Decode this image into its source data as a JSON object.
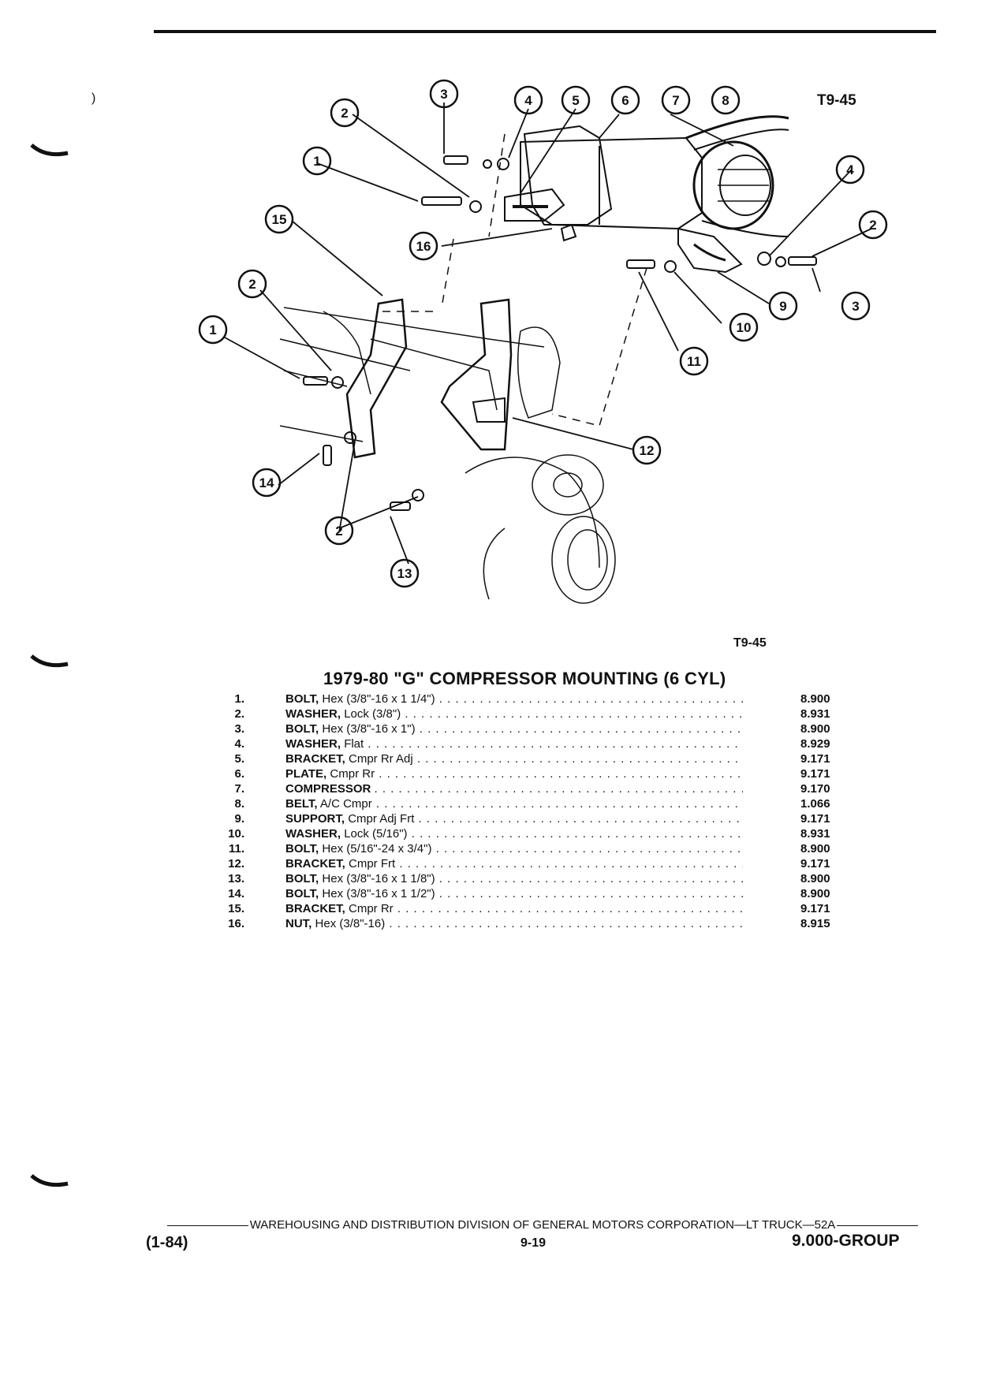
{
  "figure_code": "T9-45",
  "section_title": "1979-80 \"G\" COMPRESSOR MOUNTING (6 CYL)",
  "diagram_callouts": [
    "1",
    "2",
    "3",
    "4",
    "5",
    "6",
    "7",
    "8",
    "9",
    "10",
    "11",
    "12",
    "13",
    "14",
    "15",
    "16"
  ],
  "parts": [
    {
      "num": "1.",
      "name": "BOLT,",
      "spec": "Hex (3/8\"-16 x 1 1/4\")",
      "group": "8.900"
    },
    {
      "num": "2.",
      "name": "WASHER,",
      "spec": "Lock (3/8\")",
      "group": "8.931"
    },
    {
      "num": "3.",
      "name": "BOLT,",
      "spec": "Hex (3/8\"-16 x 1\")",
      "group": "8.900"
    },
    {
      "num": "4.",
      "name": "WASHER,",
      "spec": "Flat",
      "group": "8.929"
    },
    {
      "num": "5.",
      "name": "BRACKET,",
      "spec": "Cmpr Rr Adj",
      "group": "9.171"
    },
    {
      "num": "6.",
      "name": "PLATE,",
      "spec": "Cmpr Rr",
      "group": "9.171"
    },
    {
      "num": "7.",
      "name": "COMPRESSOR",
      "spec": "",
      "group": "9.170"
    },
    {
      "num": "8.",
      "name": "BELT,",
      "spec": "A/C Cmpr",
      "group": "1.066"
    },
    {
      "num": "9.",
      "name": "SUPPORT,",
      "spec": "Cmpr Adj Frt",
      "group": "9.171"
    },
    {
      "num": "10.",
      "name": "WASHER,",
      "spec": "Lock (5/16\")",
      "group": "8.931"
    },
    {
      "num": "11.",
      "name": "BOLT,",
      "spec": "Hex (5/16\"-24 x 3/4\")",
      "group": "8.900"
    },
    {
      "num": "12.",
      "name": "BRACKET,",
      "spec": "Cmpr Frt",
      "group": "9.171"
    },
    {
      "num": "13.",
      "name": "BOLT,",
      "spec": "Hex (3/8\"-16 x 1 1/8\")",
      "group": "8.900"
    },
    {
      "num": "14.",
      "name": "BOLT,",
      "spec": "Hex (3/8\"-16 x 1 1/2\")",
      "group": "8.900"
    },
    {
      "num": "15.",
      "name": "BRACKET,",
      "spec": "Cmpr Rr",
      "group": "9.171"
    },
    {
      "num": "16.",
      "name": "NUT,",
      "spec": "Hex (3/8\"-16)",
      "group": "8.915"
    }
  ],
  "footer": {
    "division_line": "WAREHOUSING AND DISTRIBUTION  DIVISION OF GENERAL MOTORS CORPORATION—LT TRUCK—52A",
    "date_code": "(1-84)",
    "page_number": "9-19",
    "group_label": "9.000-GROUP"
  }
}
